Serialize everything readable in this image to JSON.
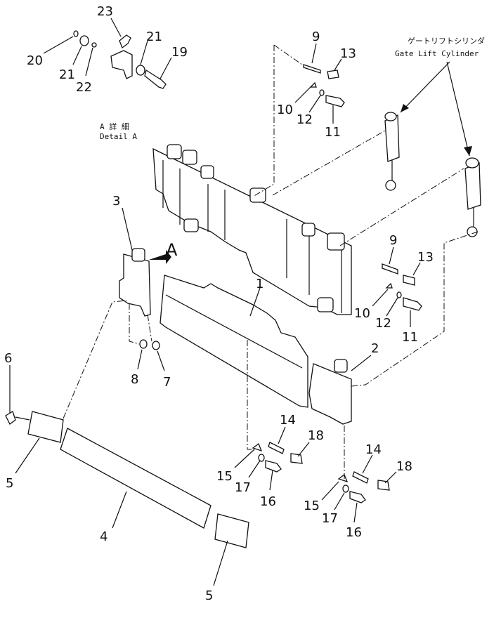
{
  "detail_title": {
    "jp": "A 詳 細",
    "en": "Detail A"
  },
  "cylinder_title": {
    "jp": "ゲートリフトシリンダ",
    "en": "Gate Lift Cylinder"
  },
  "detail_marker": "A",
  "callouts": {
    "c1": "1",
    "c2": "2",
    "c3": "3",
    "c4": "4",
    "c5a": "5",
    "c5b": "5",
    "c6": "6",
    "c7": "7",
    "c8": "8",
    "c9a": "9",
    "c9b": "9",
    "c10a": "10",
    "c10b": "10",
    "c11a": "11",
    "c11b": "11",
    "c12a": "12",
    "c12b": "12",
    "c13a": "13",
    "c13b": "13",
    "c14a": "14",
    "c14b": "14",
    "c15a": "15",
    "c15b": "15",
    "c16a": "16",
    "c16b": "16",
    "c17a": "17",
    "c17b": "17",
    "c18a": "18",
    "c18b": "18",
    "c19": "19",
    "c20": "20",
    "c21a": "21",
    "c21b": "21",
    "c22": "22",
    "c23": "23"
  }
}
